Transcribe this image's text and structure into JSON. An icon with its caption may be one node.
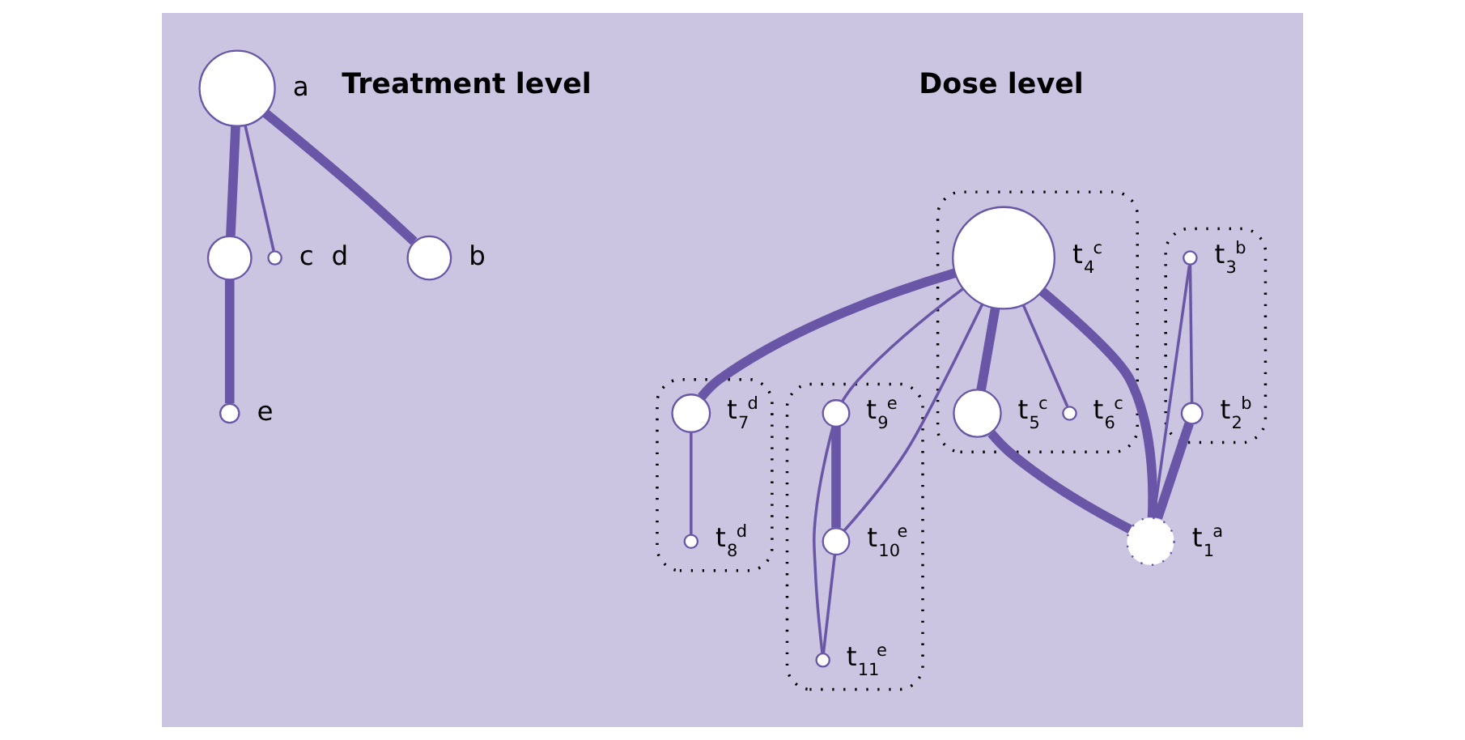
{
  "diagram": {
    "nodes": [
      {
        "text": [],
        "shape": "circle",
        "beside": [
          "b"
        ]
      },
      {
        "text": [],
        "shape": "circle",
        "beside": [
          "c"
        ]
      },
      {
        "text": [],
        "shape": "circle",
        "beside": [
          "a"
        ]
      },
      {
        "text": [],
        "shape": "circle",
        "beside": [
          "d"
        ]
      },
      {
        "text": [],
        "shape": "circle",
        "beside": [
          "e"
        ]
      },
      {
        "text": [],
        "shape": "ellipse"
      },
      {
        "text": [],
        "shape": "circle",
        "beside": [
          "t$_{4}$$^{c}$"
        ],
        "in": 5
      },
      {
        "text": [],
        "shape": "circle",
        "beside": [
          "t$_{5}$$^{c}$"
        ],
        "in": 5
      },
      {
        "text": [],
        "shape": "circle",
        "beside": [
          "t$_{6}$$^{c}$"
        ],
        "in": 5
      },
      {
        "text": [],
        "shape": "ellipse"
      },
      {
        "text": [],
        "shape": "circle",
        "beside": [
          "t$_{3}$$^{b}$"
        ],
        "in": 9
      },
      {
        "text": [],
        "shape": "circle",
        "beside": [
          "t$_{2}$$^{b}$"
        ],
        "in": 9
      },
      {
        "text": [],
        "shape": "circle",
        "beside": [
          "t$_{1}$$^{a}$"
        ]
      },
      {
        "text": [],
        "shape": "ellipse"
      },
      {
        "text": [],
        "shape": "circle",
        "beside": [
          "t$_{7}$$^{d}$"
        ],
        "in": 13
      },
      {
        "text": [],
        "shape": "circle",
        "beside": [
          "t$_{8}$$^{d}$"
        ],
        "in": 13
      },
      {
        "text": [],
        "shape": "ellipse"
      },
      {
        "text": [],
        "shape": "circle",
        "beside": [
          "t$_{11}$$^{e}$"
        ],
        "in": 16
      },
      {
        "text": [],
        "shape": "circle",
        "beside": [
          "t$_{9}$$^{e}$"
        ],
        "in": 16
      },
      {
        "text": [],
        "shape": "circle",
        "beside": [
          "t$_{10}$$^{e}$"
        ],
        "in": 16
      }
    ],
    "edges": [
      {
        "from": 2,
        "to": 0,
        "arrow": "none",
        "style": "thick"
      },
      {
        "from": 2,
        "to": 1,
        "arrow": "none"
      },
      {
        "from": 2,
        "to": 3,
        "arrow": "none",
        "style": "thick"
      },
      {
        "from": 3,
        "to": 4,
        "arrow": "none",
        "style": "thick"
      },
      {
        "from": 6,
        "to": 7,
        "arrow": "none",
        "style": "thick"
      },
      {
        "from": 6,
        "to": 8,
        "arrow": "none"
      },
      {
        "from": 6,
        "to": 14,
        "arrow": "none",
        "style": "thick"
      },
      {
        "from": 6,
        "to": 12,
        "arrow": "none",
        "style": "thick"
      },
      {
        "from": 6,
        "to": 18,
        "arrow": "none"
      },
      {
        "from": 6,
        "to": 19,
        "arrow": "none"
      },
      {
        "from": 7,
        "to": 12,
        "arrow": "none",
        "style": "thick"
      },
      {
        "from": 10,
        "to": 11,
        "arrow": "none"
      },
      {
        "from": 10,
        "to": 12,
        "arrow": "none"
      },
      {
        "from": 11,
        "to": 12,
        "arrow": "none",
        "style": "thick"
      },
      {
        "from": 14,
        "to": 15,
        "arrow": "none"
      },
      {
        "from": 18,
        "to": 19,
        "arrow": "none",
        "style": "thick"
      },
      {
        "from": 18,
        "to": 17,
        "arrow": "none"
      },
      {
        "from": 19,
        "to": 17,
        "arrow": "none"
      }
    ],
    "labels": [
      "Treatment level",
      "Dose level"
    ]
  }
}
